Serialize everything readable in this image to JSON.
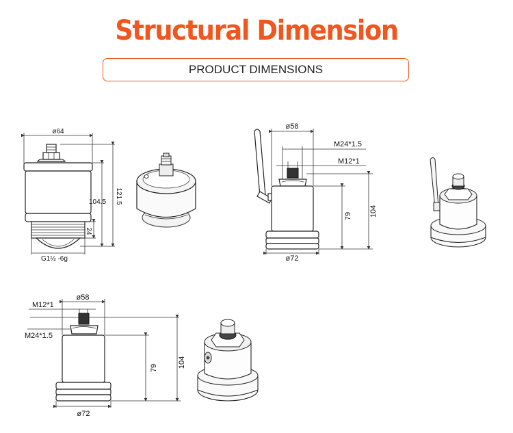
{
  "header": {
    "title": "Structural Dimension",
    "subtitle": "PRODUCT DIMENSIONS"
  },
  "drawing1": {
    "diameter_top": "ø64",
    "height_total": "121.5",
    "height_body": "104.5",
    "height_thread": "24",
    "thread_spec": "G1½ -6g"
  },
  "drawing2": {
    "diameter_top": "ø58",
    "thread_m24": "M24*1.5",
    "thread_m12": "M12*1",
    "height_body": "79",
    "height_total": "104",
    "diameter_base": "ø72"
  },
  "drawing3": {
    "diameter_top": "ø58",
    "thread_m12": "M12*1",
    "thread_m24": "M24*1.5",
    "height_body": "79",
    "height_total": "104",
    "diameter_base": "ø72"
  },
  "colors": {
    "accent": "#f0561e",
    "line": "#222222"
  }
}
